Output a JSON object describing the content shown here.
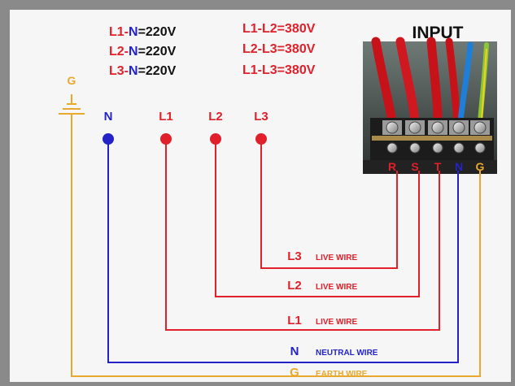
{
  "title": "INPUT",
  "colors": {
    "live": "#e0202a",
    "neutral": "#2323c8",
    "earth": "#e8a92e",
    "text_dark": "#111111",
    "frame": "#8a8a8a",
    "panel": "#f6f6f6"
  },
  "voltages": [
    {
      "a": "L1",
      "b": "N",
      "value": "220V",
      "a_color": "#e0202a",
      "b_color": "#2323c8"
    },
    {
      "a": "L2",
      "b": "N",
      "value": "220V",
      "a_color": "#e0202a",
      "b_color": "#2323c8"
    },
    {
      "a": "L3",
      "b": "N",
      "value": "220V",
      "a_color": "#e0202a",
      "b_color": "#2323c8"
    },
    {
      "a": "L1",
      "b": "L2",
      "value": "380V",
      "a_color": "#e0202a",
      "b_color": "#e0202a"
    },
    {
      "a": "L2",
      "b": "L3",
      "value": "380V",
      "a_color": "#e0202a",
      "b_color": "#e0202a"
    },
    {
      "a": "L1",
      "b": "L3",
      "value": "380V",
      "a_color": "#e0202a",
      "b_color": "#e0202a"
    }
  ],
  "ground_label": "G",
  "terminals": [
    {
      "label": "N",
      "color": "#2323c8"
    },
    {
      "label": "L1",
      "color": "#e0202a"
    },
    {
      "label": "L2",
      "color": "#e0202a"
    },
    {
      "label": "L3",
      "color": "#e0202a"
    }
  ],
  "terminal_block_labels": [
    "R",
    "S",
    "T",
    "N",
    "G"
  ],
  "wires": [
    {
      "id": "L3",
      "label": "L3",
      "desc": "LIVE WIRE",
      "color": "#e0202a"
    },
    {
      "id": "L2",
      "label": "L2",
      "desc": "LIVE WIRE",
      "color": "#e0202a"
    },
    {
      "id": "L1",
      "label": "L1",
      "desc": "LIVE WIRE",
      "color": "#e0202a"
    },
    {
      "id": "N",
      "label": "N",
      "desc": "NEUTRAL WIRE",
      "color": "#2323c8"
    },
    {
      "id": "G",
      "label": "G",
      "desc": "EARTH WIRE",
      "color": "#e8a92e"
    }
  ]
}
